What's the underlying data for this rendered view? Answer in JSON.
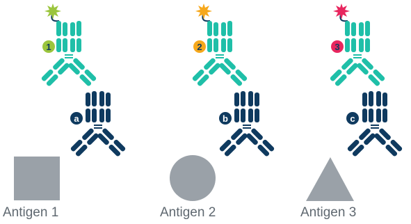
{
  "panels": [
    {
      "primary_badge": "1",
      "secondary_badge": "a",
      "antigen_label": "Antigen 1",
      "antigen_shape": "square",
      "label_color": "#9bc53d"
    },
    {
      "primary_badge": "2",
      "secondary_badge": "b",
      "antigen_label": "Antigen 2",
      "antigen_shape": "circle",
      "label_color": "#f6a81c"
    },
    {
      "primary_badge": "3",
      "secondary_badge": "c",
      "antigen_label": "Antigen 3",
      "antigen_shape": "triangle",
      "label_color": "#e8265e"
    }
  ],
  "colors": {
    "primary_antibody": "#1fbfa8",
    "secondary_antibody": "#0f3a5f",
    "antigen": "#9aa1a8",
    "label_text": "#5f6870"
  }
}
